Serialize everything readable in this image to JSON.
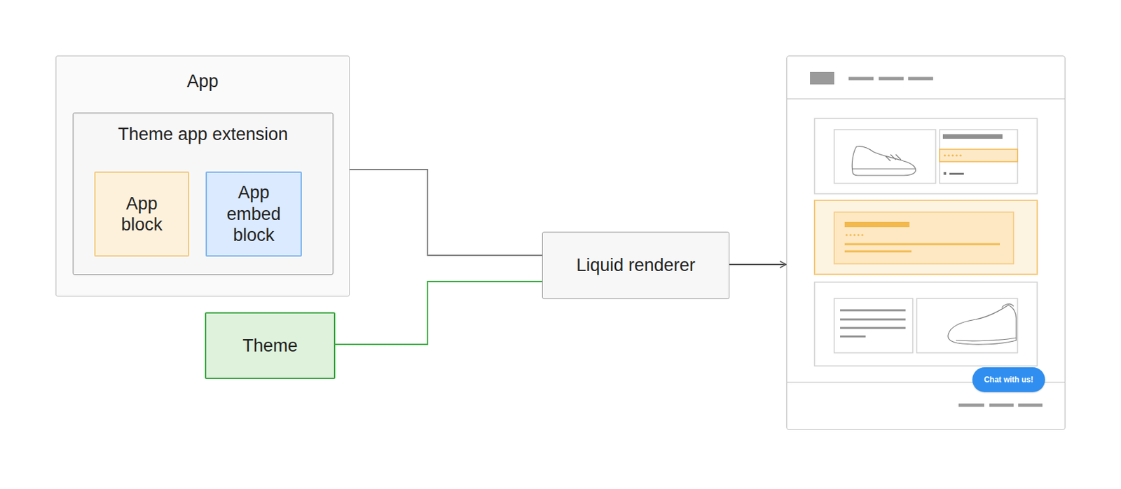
{
  "diagram": {
    "nodes": [
      {
        "text": [
          "App"
        ]
      },
      {
        "text": [
          "Theme app extension"
        ],
        "in": 0
      },
      {
        "text": [
          "App block"
        ],
        "in": 1
      },
      {
        "text": [
          "App embed block"
        ],
        "in": 1
      },
      {
        "text": [
          "Theme"
        ]
      },
      {
        "text": [
          "Liquid renderer"
        ]
      },
      {
        "text": [
          "Chat with us!"
        ]
      }
    ],
    "edges": [
      {
        "from": 0,
        "to": 5,
        "arrow": "none"
      },
      {
        "from": 4,
        "to": 5,
        "arrow": "none"
      },
      {
        "from": 5,
        "to": 6,
        "arrow": "to"
      }
    ]
  }
}
